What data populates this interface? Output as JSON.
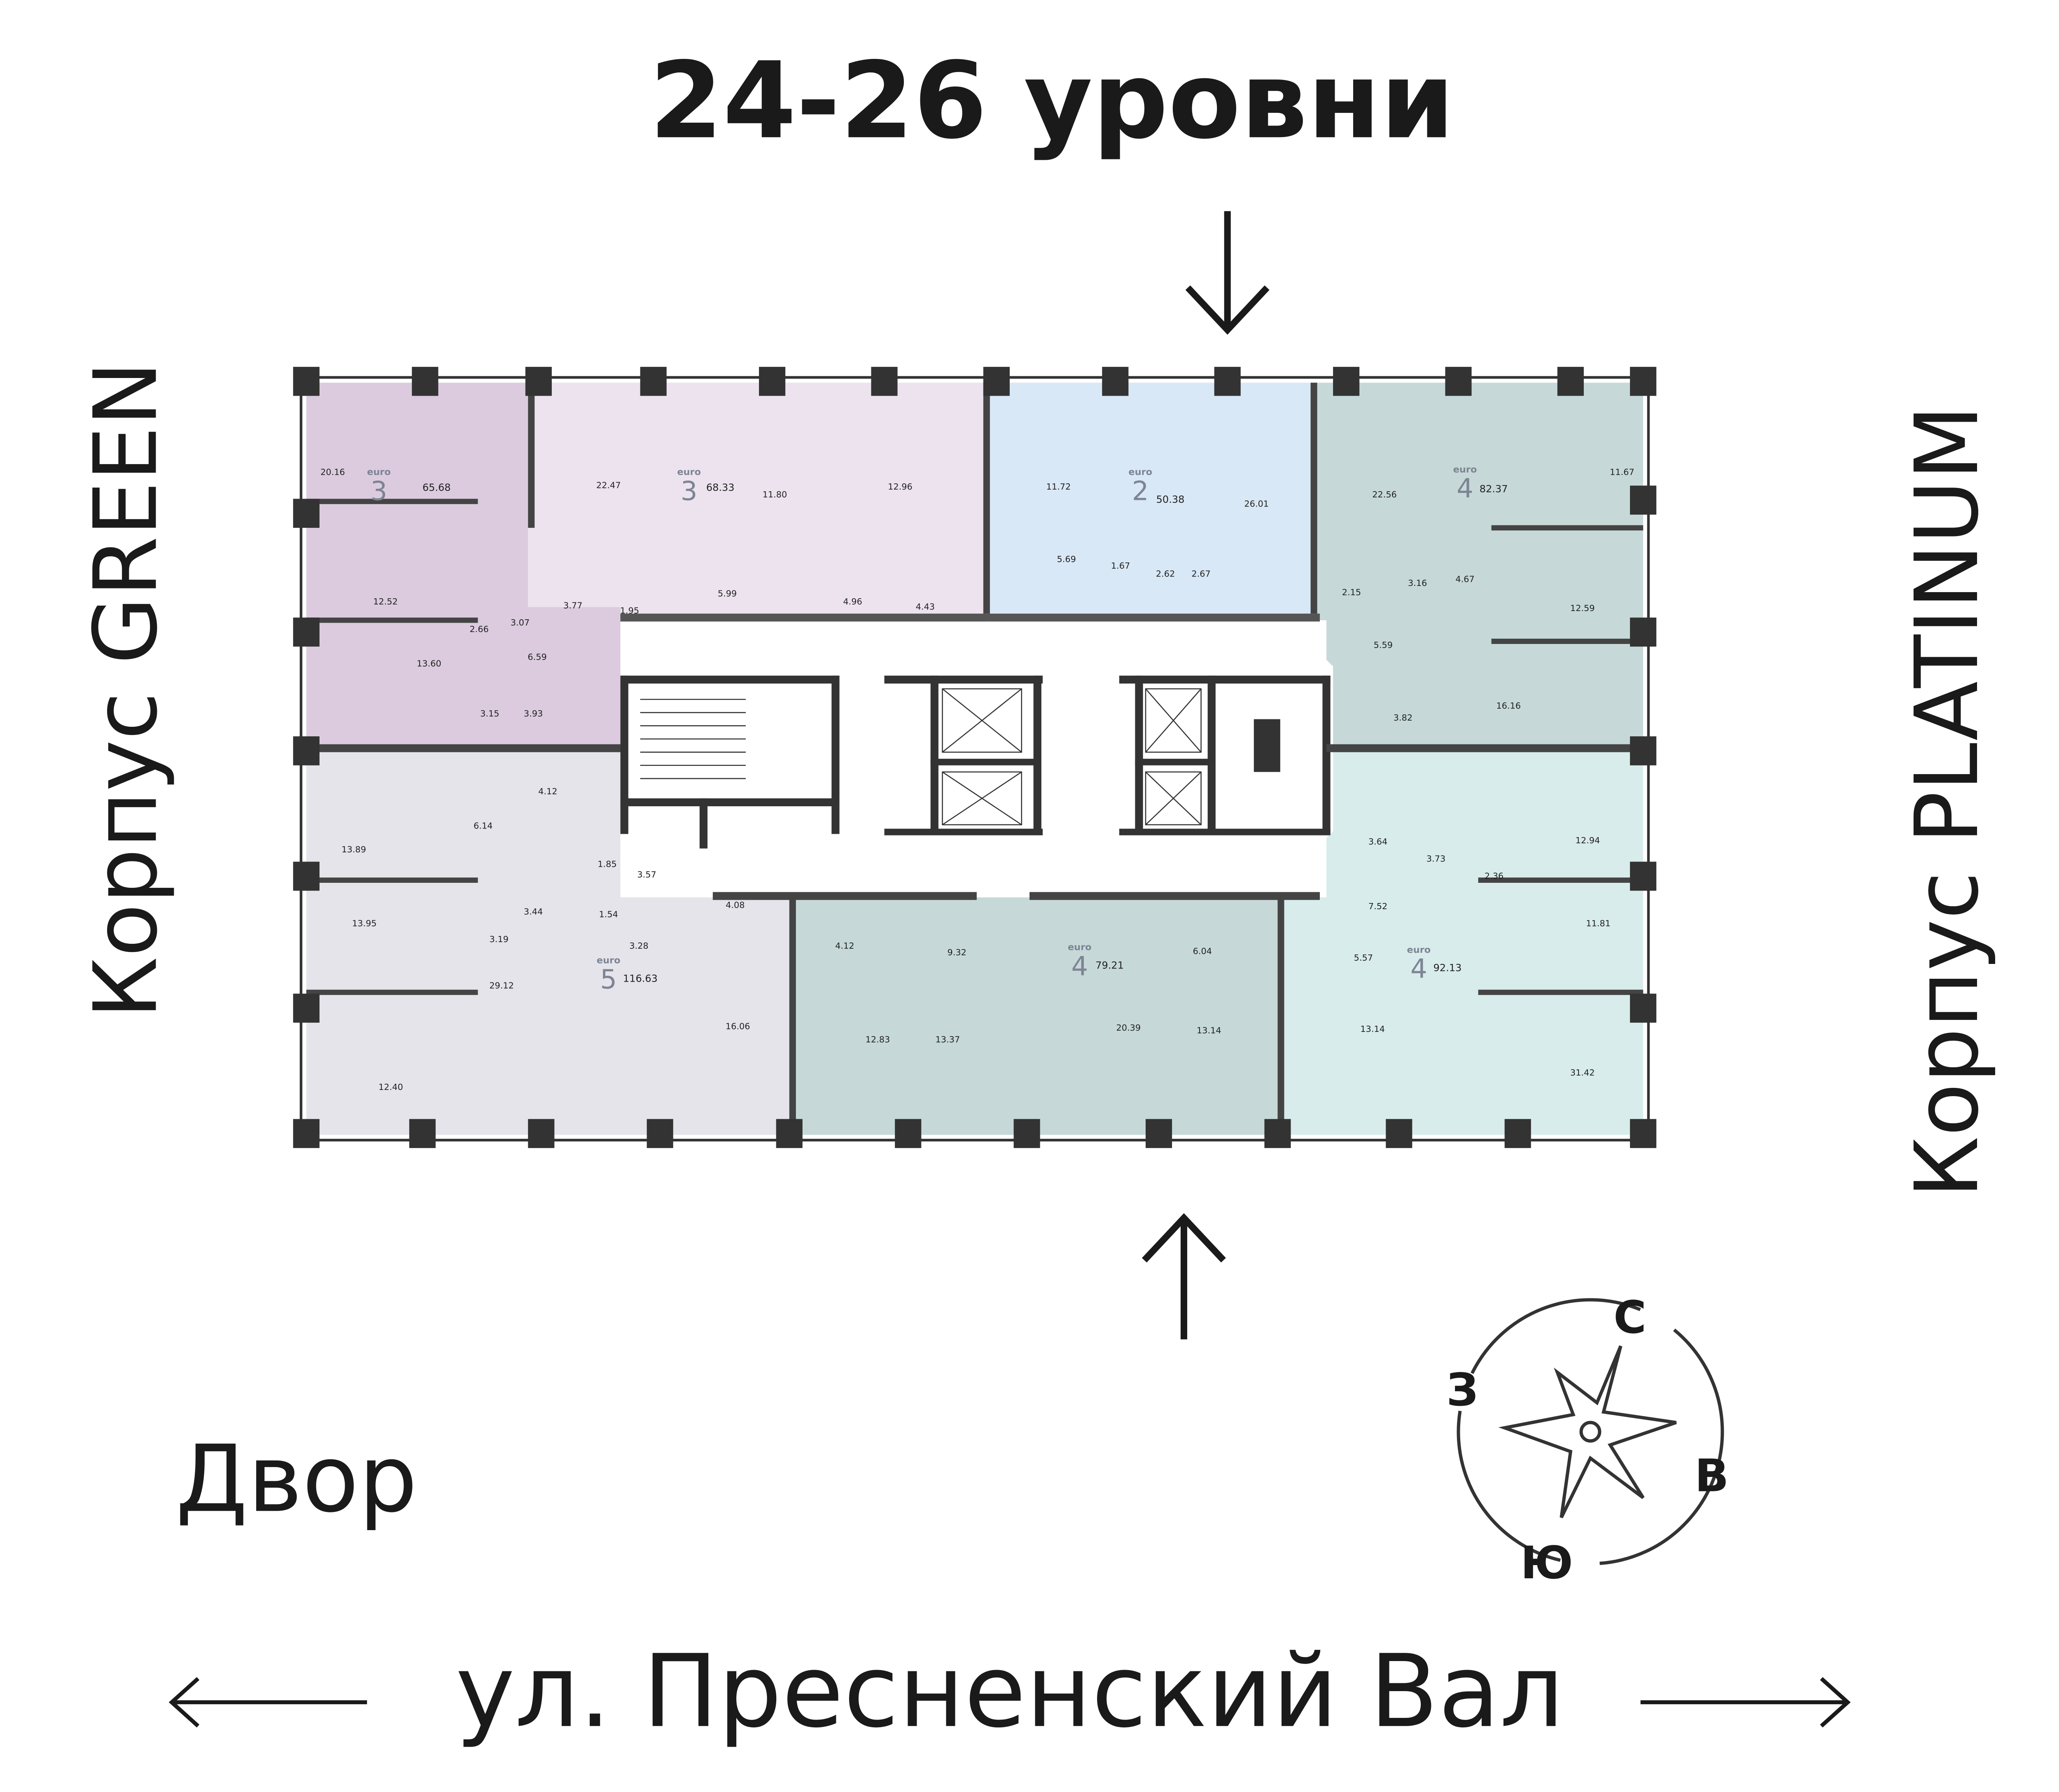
{
  "title": "24-26 уровни",
  "building_left": "Корпус GREEN",
  "building_right": "Корпус PLATINUM",
  "courtyard": "Двор",
  "street": "ул. Пресненский Вал",
  "compass": {
    "north": "С",
    "east": "В",
    "south": "Ю",
    "west": "З"
  },
  "colors": {
    "apt1": "#dccbdf",
    "apt2": "#ede3ef",
    "apt3": "#d9e8f6",
    "apt4": "#c6d9d8",
    "apt5": "#e5e4eb",
    "apt6": "#c6d9d8",
    "apt7": "#d9ecec"
  },
  "apartments": [
    {
      "type": "euro",
      "rooms": "3",
      "total": "65.68",
      "areas": [
        "20.16",
        "12.52",
        "2.66",
        "3.07",
        "13.60",
        "6.59",
        "3.15",
        "3.93"
      ]
    },
    {
      "type": "euro",
      "rooms": "3",
      "total": "68.33",
      "areas": [
        "22.47",
        "11.80",
        "12.96",
        "3.77",
        "1.95",
        "5.99",
        "4.96",
        "4.43"
      ]
    },
    {
      "type": "euro",
      "rooms": "2",
      "total": "50.38",
      "areas": [
        "11.72",
        "26.01",
        "5.69",
        "1.67",
        "2.62",
        "2.67"
      ]
    },
    {
      "type": "euro",
      "rooms": "4",
      "total": "82.37",
      "areas": [
        "22.56",
        "11.67",
        "4.67",
        "3.16",
        "2.15",
        "12.59",
        "5.59",
        "16.16",
        "3.82"
      ]
    },
    {
      "type": "euro",
      "rooms": "5",
      "total": "116.63",
      "areas": [
        "4.12",
        "6.14",
        "13.89",
        "1.85",
        "3.57",
        "3.44",
        "1.54",
        "3.19",
        "3.28",
        "13.95",
        "4.08",
        "29.12",
        "16.06",
        "12.40"
      ]
    },
    {
      "type": "euro",
      "rooms": "4",
      "total": "79.21",
      "areas": [
        "4.12",
        "9.32",
        "6.04",
        "12.83",
        "13.37",
        "20.39",
        "13.14"
      ]
    },
    {
      "type": "euro",
      "rooms": "4",
      "total": "92.13",
      "areas": [
        "3.64",
        "3.73",
        "12.94",
        "7.52",
        "2.36",
        "11.81",
        "5.57",
        "13.14",
        "31.42"
      ]
    }
  ]
}
